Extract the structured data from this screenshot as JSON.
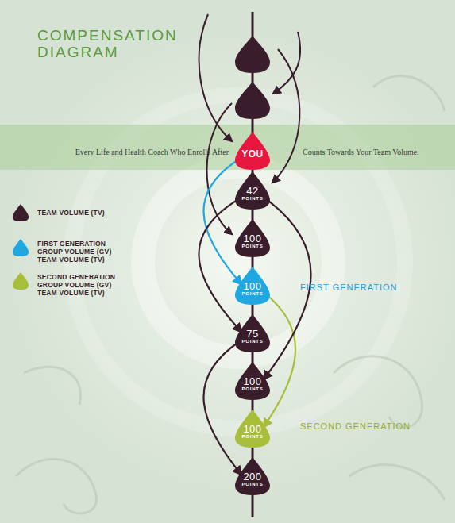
{
  "diagram": {
    "title": "COMPENSATION DIAGRAM",
    "nodes": [
      {
        "text": [
          "YOU"
        ]
      },
      {
        "text": [
          "42",
          "POINTS"
        ]
      },
      {
        "text": [
          "100",
          "POINTS"
        ]
      },
      {
        "text": [
          "100",
          "POINTS"
        ]
      },
      {
        "text": [
          "75",
          "POINTS"
        ]
      },
      {
        "text": [
          "100",
          "POINTS"
        ]
      },
      {
        "text": [
          "100",
          "POINTS"
        ]
      },
      {
        "text": [
          "200",
          "POINTS"
        ]
      }
    ],
    "edges": [
      {
        "from": 0,
        "to": 1,
        "arrow": "none"
      },
      {
        "from": 1,
        "to": 2,
        "arrow": "none"
      },
      {
        "from": 2,
        "to": 3,
        "arrow": "none"
      },
      {
        "from": 3,
        "to": 4,
        "arrow": "none"
      },
      {
        "from": 4,
        "to": 5,
        "arrow": "none"
      },
      {
        "from": 5,
        "to": 6,
        "arrow": "none"
      },
      {
        "from": 6,
        "to": 7,
        "arrow": "none"
      },
      {
        "from": 0,
        "to": 3,
        "arrow": "to"
      },
      {
        "from": 3,
        "to": 6,
        "arrow": "to"
      },
      {
        "from": 1,
        "to": 4,
        "arrow": "to"
      },
      {
        "from": 1,
        "to": 5,
        "arrow": "to"
      },
      {
        "from": 4,
        "to": 7,
        "arrow": "to"
      }
    ],
    "labels": [
      "Every Life and Health Coach Who Enrolls After",
      "Counts Towards Your Team Volume.",
      "FIRST GENERATION",
      "SECOND GENERATION"
    ],
    "legend": [
      {
        "text": "TEAM VOLUME (TV)",
        "color": "#3a1d2b"
      },
      {
        "text": "FIRST GENERATION GROUP VOLUME (GV) TEAM VOLUME (TV)",
        "color": "#1ea7e1"
      },
      {
        "text": "SECOND GENERATION GROUP VOLUME (GV) TEAM VOLUME (TV)",
        "color": "#a8bd3a"
      }
    ]
  }
}
